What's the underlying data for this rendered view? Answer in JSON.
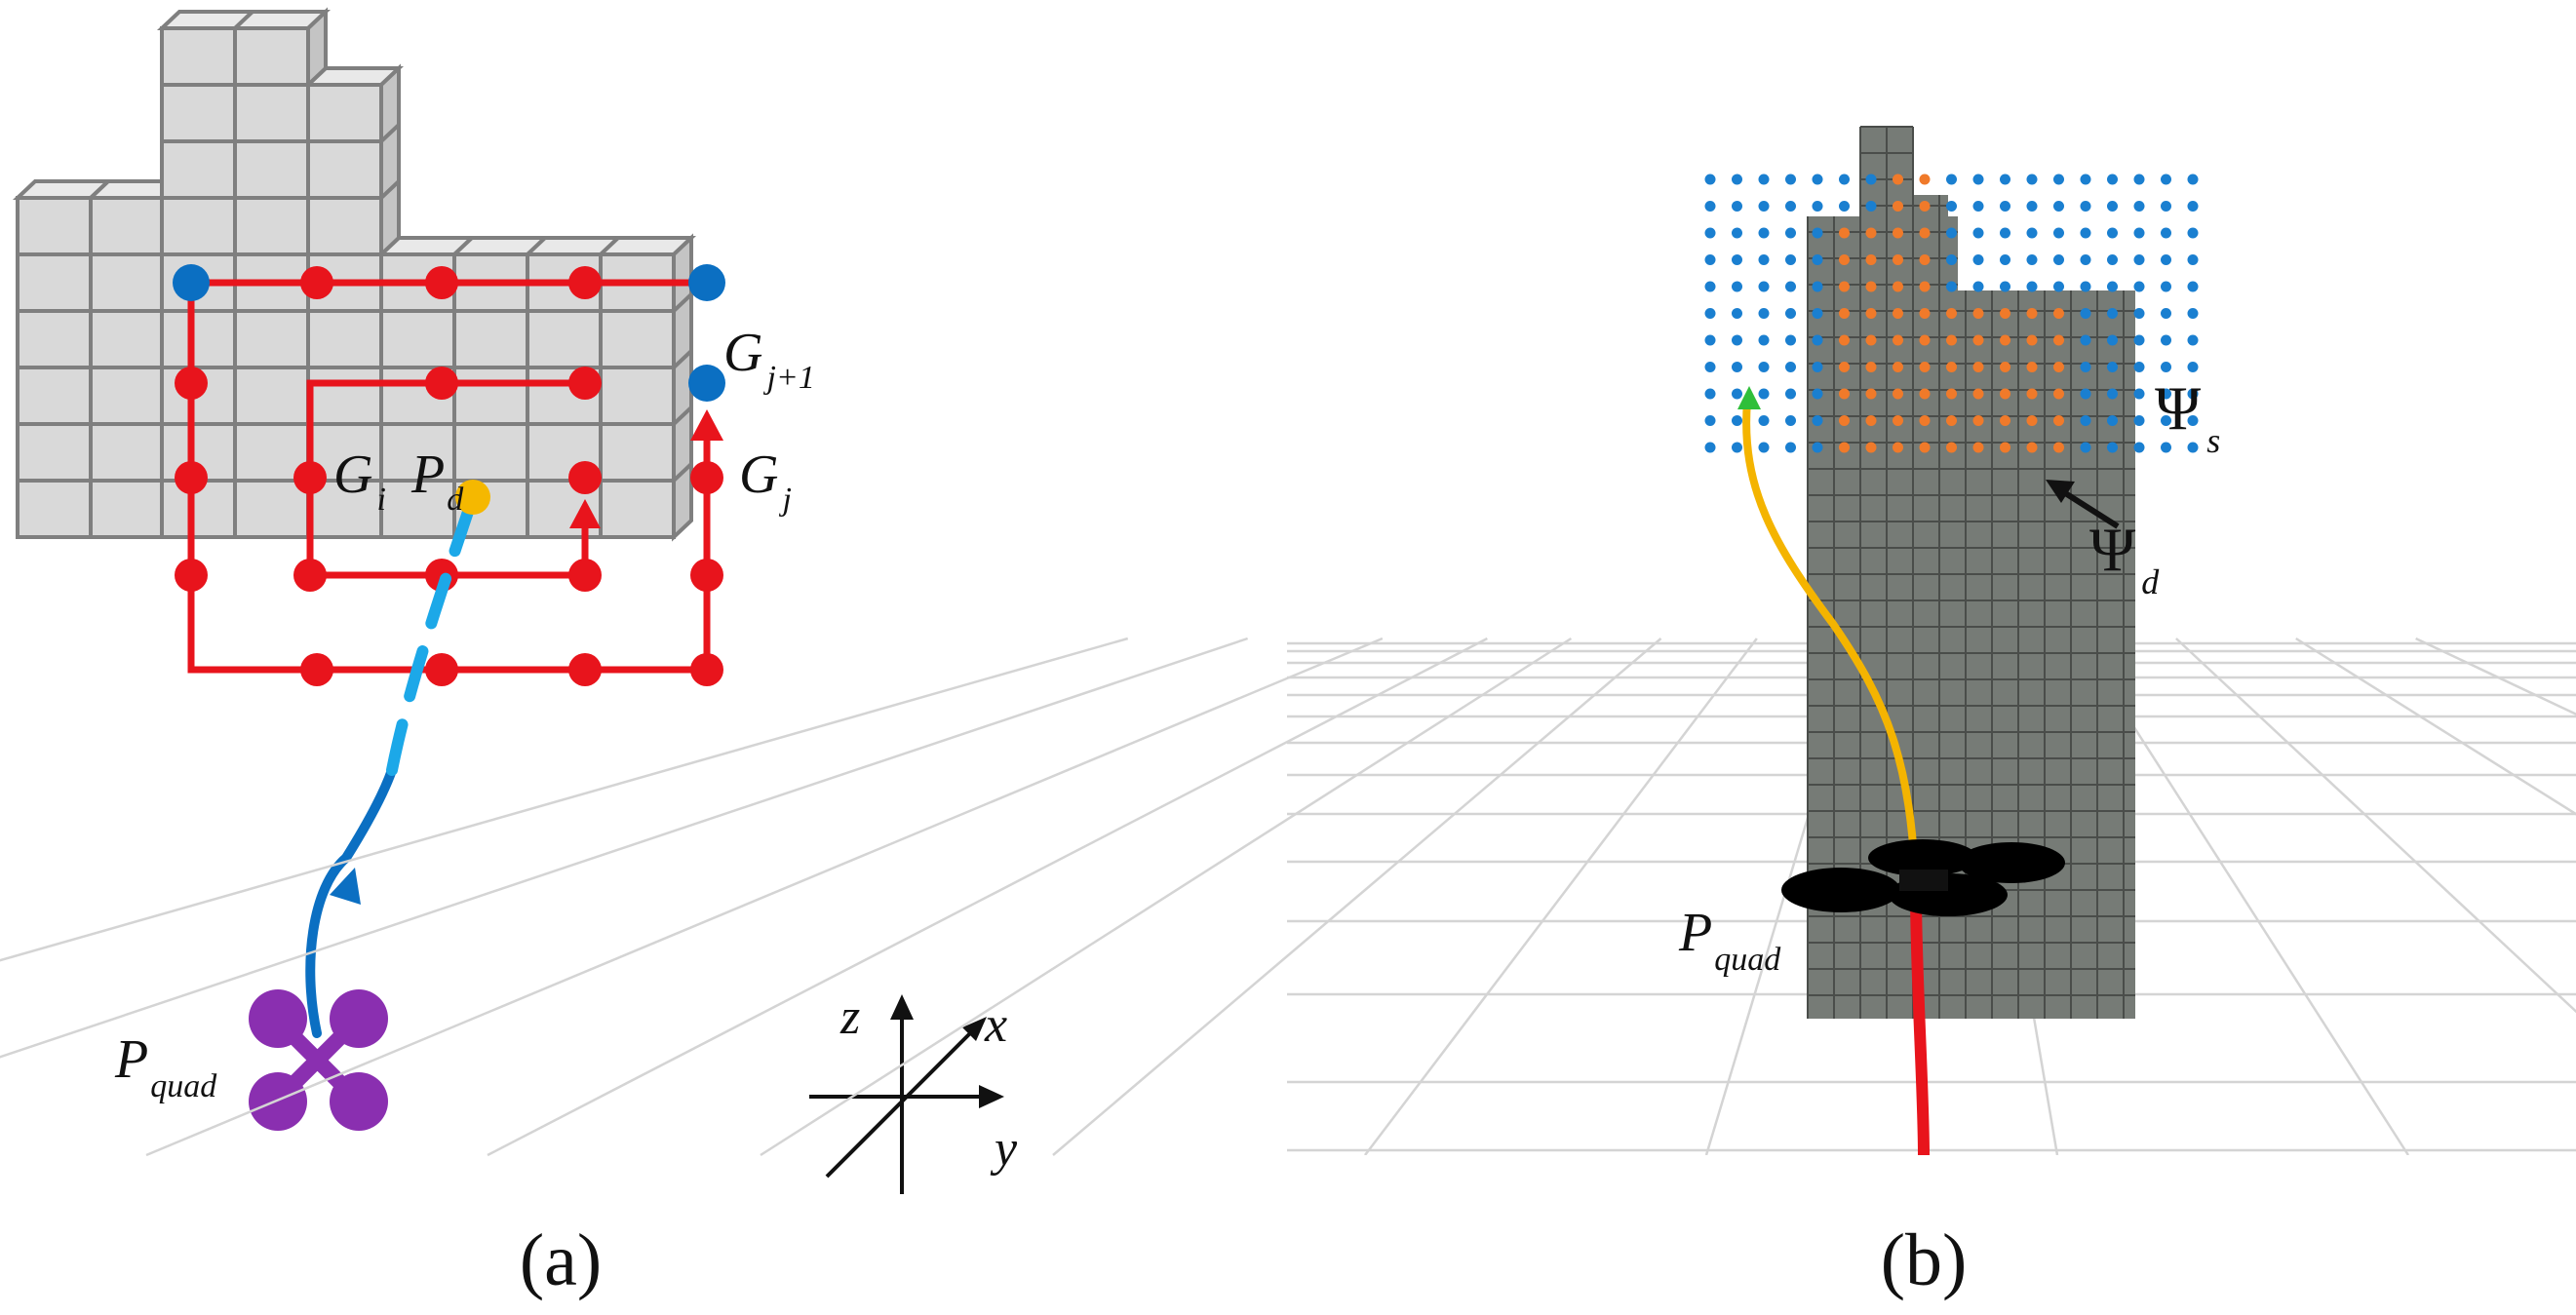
{
  "panel_a": {
    "caption": "(a)",
    "labels": {
      "G_i": {
        "main": "G",
        "sub": "i"
      },
      "P_d": {
        "main": "P",
        "sub": "d"
      },
      "G_j": {
        "main": "G",
        "sub": "j"
      },
      "G_j1": {
        "main": "G",
        "sub": "j+1"
      },
      "P_quad": {
        "main": "P",
        "sub": "quad"
      }
    },
    "axes": {
      "z": "z",
      "x": "x",
      "y": "y"
    }
  },
  "panel_b": {
    "caption": "(b)",
    "labels": {
      "Psi_s": {
        "main": "Ψ",
        "sub": "s"
      },
      "Psi_d": {
        "main": "Ψ",
        "sub": "d"
      },
      "P_quad": {
        "main": "P",
        "sub": "quad"
      }
    }
  },
  "colors": {
    "block_face": "#d9d9d9",
    "block_top": "#e9e9e9",
    "block_side": "#c4c4c4",
    "block_line": "#7f7f7f",
    "path_red": "#e8141c",
    "waypoint_blue": "#0b6fc2",
    "path_light_blue": "#1ca8e8",
    "target_yellow": "#f5b800",
    "quad_purple": "#8a2fb0",
    "building_gray": "#767b76",
    "sample_blue": "#1a7fd0",
    "sample_orange": "#f07a2a",
    "traj_yellow": "#f4b400",
    "arrow_green": "#2fbf3a"
  }
}
